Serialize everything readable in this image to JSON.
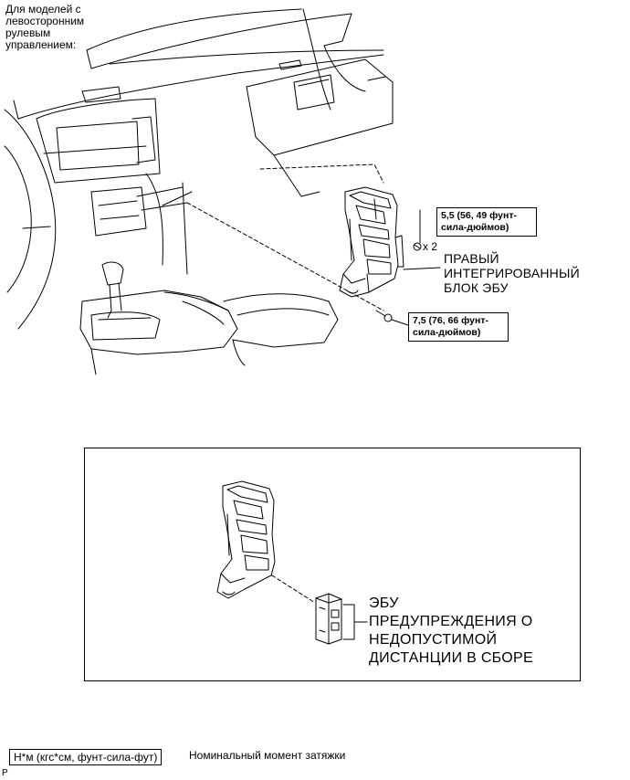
{
  "note": {
    "lines": [
      "Для моделей с",
      "левосторонним",
      "рулевым",
      "управлением:"
    ]
  },
  "torque_top": {
    "line1": "5,5 (56, 49 фунт-",
    "line2": "сила-дюймов)",
    "multiplier": "x 2"
  },
  "torque_bottom": {
    "line1": "7,5 (76, 66 фунт-",
    "line2": "сила-дюймов)"
  },
  "part_label_top": {
    "lines": [
      "ПРАВЫЙ",
      "ИНТЕГРИРОВАННЫЙ",
      "БЛОК ЭБУ"
    ]
  },
  "part_label_inset": {
    "lines": [
      "ЭБУ",
      "ПРЕДУПРЕЖДЕНИЯ О",
      "НЕДОПУСТИМОЙ",
      "ДИСТАНЦИИ В СБОРЕ"
    ]
  },
  "legend": {
    "unit": "Н*м (кгс*см, фунт-сила-фут)",
    "description": "Номинальный момент затяжки"
  },
  "corner_mark": "P"
}
